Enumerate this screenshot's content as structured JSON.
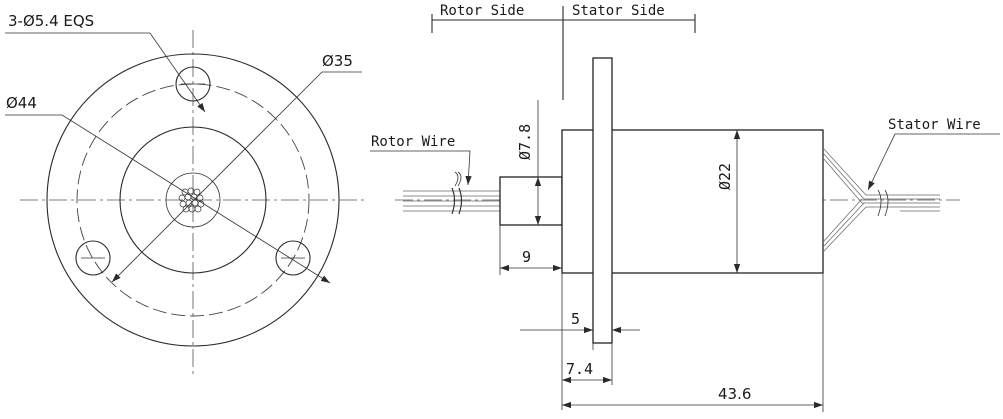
{
  "front_view": {
    "holes_label": "3-Ø5.4 EQS",
    "outer_dia_label": "Ø44",
    "bolt_circle_label": "Ø35"
  },
  "side_view": {
    "rotor_side_label": "Rotor Side",
    "stator_side_label": "Stator Side",
    "rotor_wire_label": "Rotor Wire",
    "stator_wire_label": "Stator Wire",
    "shaft_dia_label": "Ø7.8",
    "body_dia_label": "Ø22",
    "shaft_length_label": "9",
    "flange_thickness_label": "5",
    "flange_offset_label": "7.4",
    "total_length_label": "43.6"
  }
}
